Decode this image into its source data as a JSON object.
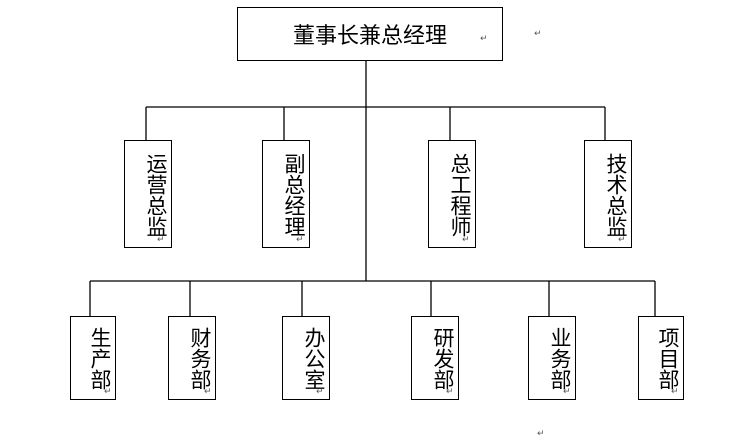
{
  "diagram": {
    "root": {
      "label": "董事长兼总经理"
    },
    "level1": [
      {
        "label": "运营总监"
      },
      {
        "label": "副总经理"
      },
      {
        "label": "总工程师"
      },
      {
        "label": "技术总监"
      }
    ],
    "level2": [
      {
        "label": "生产部"
      },
      {
        "label": "财务部"
      },
      {
        "label": "办公室"
      },
      {
        "label": "研发部"
      },
      {
        "label": "业务部"
      },
      {
        "label": "项目部"
      }
    ],
    "colors": {
      "line": "#000000",
      "box_border": "#000000",
      "text": "#000000"
    }
  }
}
